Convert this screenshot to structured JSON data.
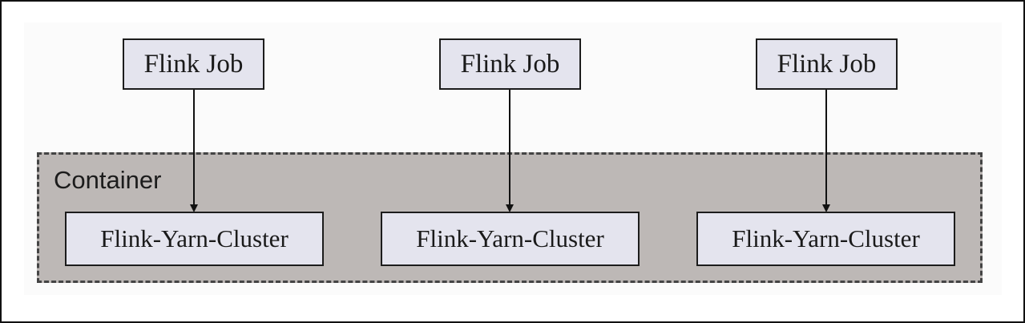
{
  "diagram": {
    "container_label": "Container",
    "columns": [
      {
        "job_label": "Flink Job",
        "cluster_label": "Flink-Yarn-Cluster"
      },
      {
        "job_label": "Flink Job",
        "cluster_label": "Flink-Yarn-Cluster"
      },
      {
        "job_label": "Flink Job",
        "cluster_label": "Flink-Yarn-Cluster"
      }
    ]
  },
  "colors": {
    "box_fill": "#e4e4ee",
    "container_fill": "#bdb8b6",
    "border": "#1c1c1c"
  }
}
